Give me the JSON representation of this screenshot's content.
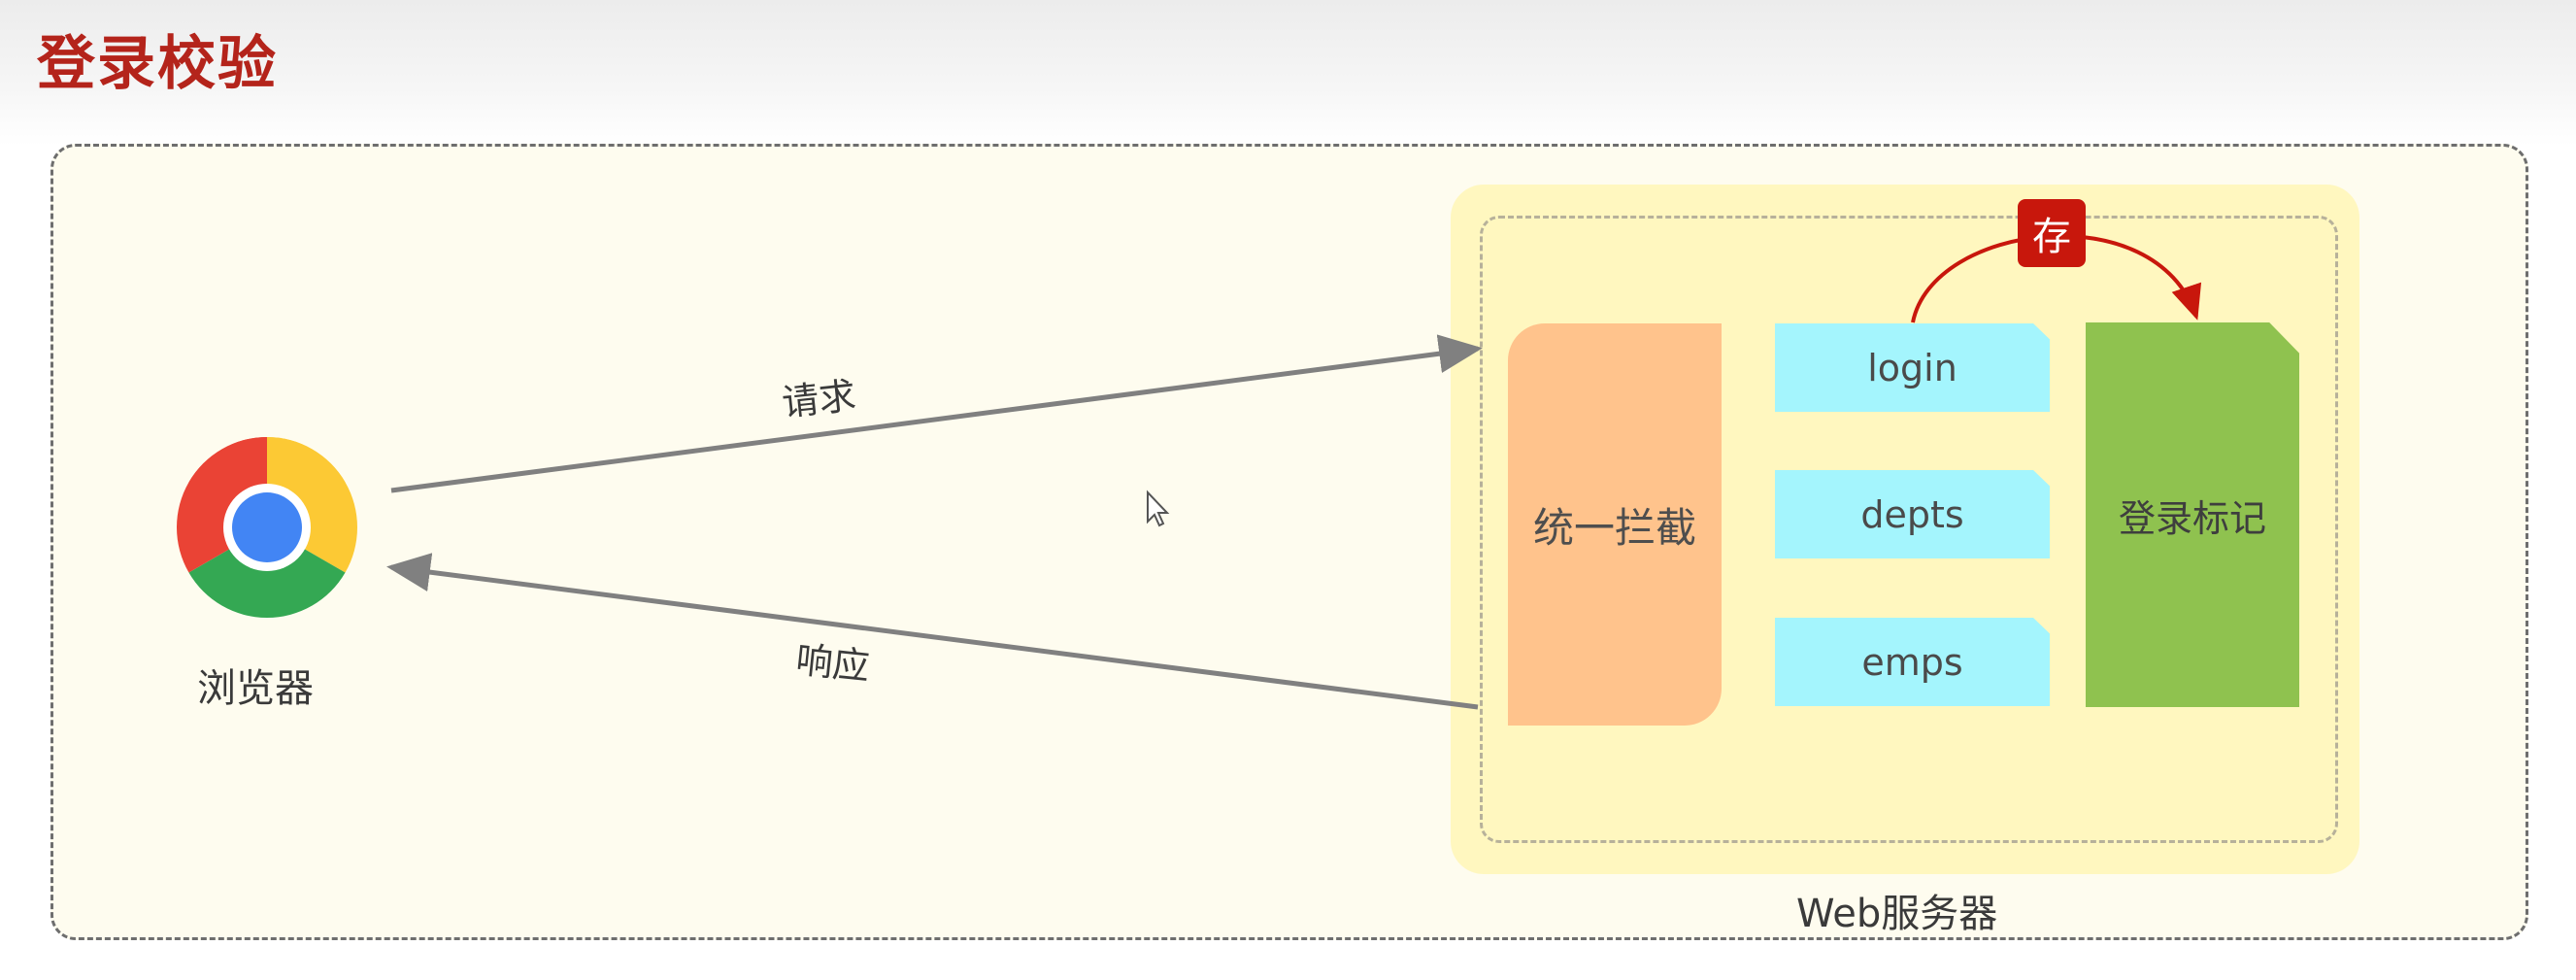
{
  "header": {
    "title": "登录校验"
  },
  "browser": {
    "label": "浏览器",
    "icon": "chrome-icon"
  },
  "arrows": {
    "request_label": "请求",
    "response_label": "响应"
  },
  "server": {
    "label": "Web服务器",
    "interceptor_label": "统一拦截",
    "resources": [
      "login",
      "depts",
      "emps"
    ],
    "flag_label": "登录标记",
    "store_label": "存"
  },
  "colors": {
    "title": "#b4241b",
    "interceptor": "#ffc38c",
    "resource": "#a4f5fd",
    "flag": "#8fc24f",
    "store_tag": "#c8170c",
    "server_bg": "#fff7bf",
    "canvas_bg": "#fefcef"
  }
}
